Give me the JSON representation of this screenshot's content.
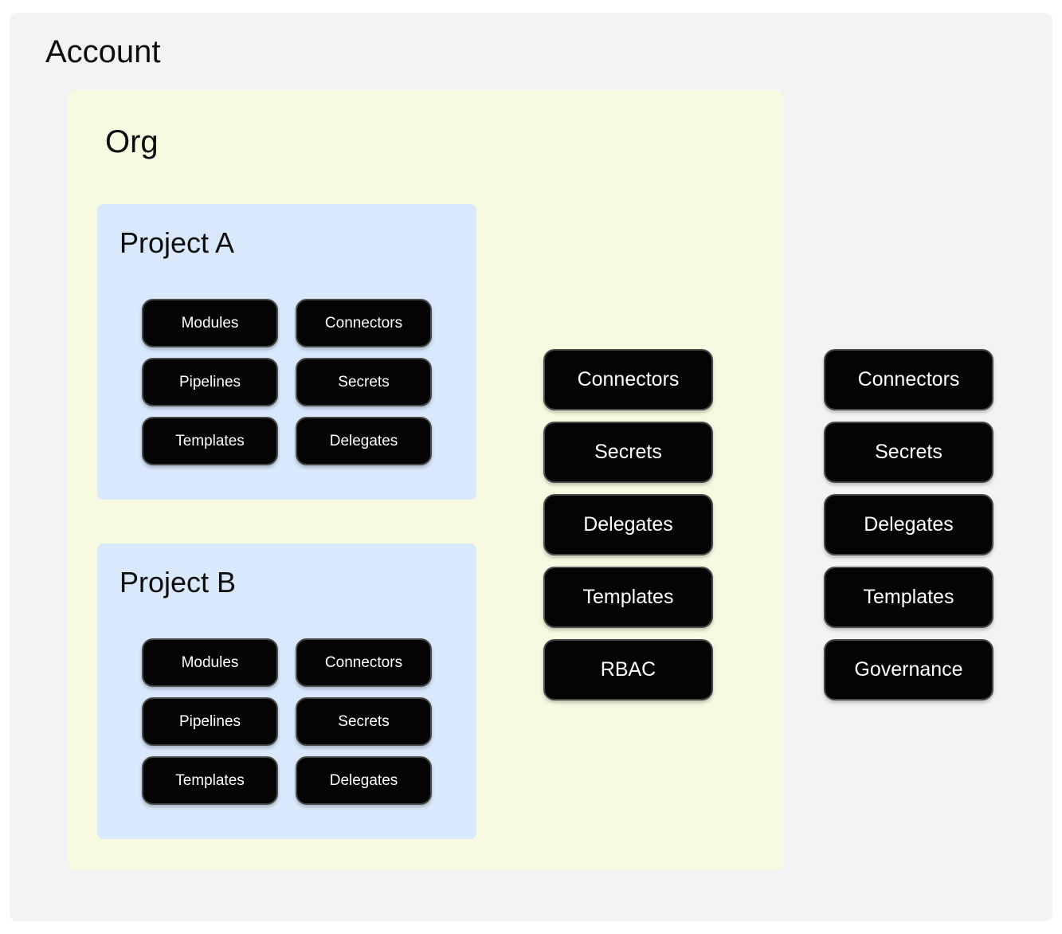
{
  "account": {
    "title": "Account",
    "pills": [
      "Connectors",
      "Secrets",
      "Delegates",
      "Templates",
      "Governance"
    ]
  },
  "org": {
    "title": "Org",
    "pills": [
      "Connectors",
      "Secrets",
      "Delegates",
      "Templates",
      "RBAC"
    ],
    "projects": [
      {
        "title": "Project A",
        "buttons": [
          "Modules",
          "Connectors",
          "Pipelines",
          "Secrets",
          "Templates",
          "Delegates"
        ]
      },
      {
        "title": "Project B",
        "buttons": [
          "Modules",
          "Connectors",
          "Pipelines",
          "Secrets",
          "Templates",
          "Delegates"
        ]
      }
    ]
  },
  "colors": {
    "page_background": "#ffffff",
    "account_background": "#f3f3f3",
    "org_background": "#f7f9e1",
    "project_background": "#d9e8fb",
    "node_background": "#040404",
    "node_border": "#4a4a4a",
    "node_text": "#ffffff",
    "title_text": "#0d0d0d"
  }
}
